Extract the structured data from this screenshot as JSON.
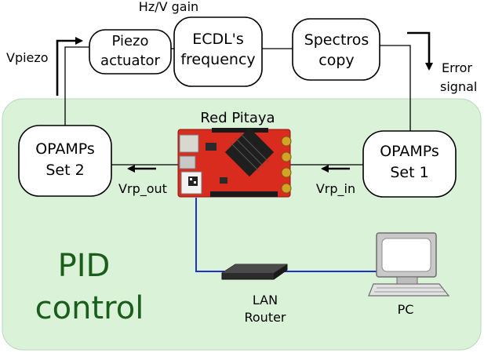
{
  "colors": {
    "pid_region_fill": "#d9f2d8",
    "pid_label": "#1b5e1b",
    "lan_cable": "#1f2fd0",
    "board_red": "#d92b1e"
  },
  "labels": {
    "gain": "Hz/V gain",
    "vpiezo": "Vpiezo",
    "piezo": [
      "Piezo",
      "actuator"
    ],
    "ecdl": [
      "ECDL's",
      "frequency"
    ],
    "spectroscopy": [
      "Spectros",
      "copy"
    ],
    "error_signal": [
      "Error",
      "signal"
    ],
    "red_pitaya": "Red Pitaya",
    "opamps1": [
      "OPAMPs",
      "Set 1"
    ],
    "opamps2": [
      "OPAMPs",
      "Set 2"
    ],
    "vrp_in": "Vrp_in",
    "vrp_out": "Vrp_out",
    "pid": [
      "PID",
      "control"
    ],
    "router": [
      "LAN",
      "Router"
    ],
    "pc": "PC"
  },
  "icons": {
    "board": "red-pitaya-board-icon",
    "router": "lan-router-icon",
    "pc": "desktop-computer-icon"
  }
}
